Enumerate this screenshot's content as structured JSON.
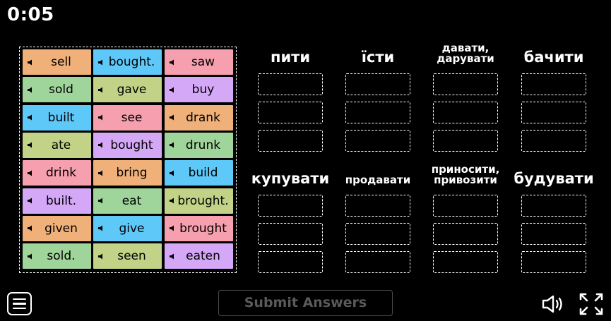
{
  "timer": "0:05",
  "tile_colors": {
    "orange": "#f0b079",
    "blue": "#5ec8f8",
    "pink": "#f69fae",
    "green": "#9fd49a",
    "purple": "#d4a7f7",
    "olive": "#c2d286"
  },
  "speaker_icon": "speaker-icon",
  "tiles": [
    {
      "word": "sell",
      "color": "orange"
    },
    {
      "word": "bought.",
      "color": "blue"
    },
    {
      "word": "saw",
      "color": "pink"
    },
    {
      "word": "sold",
      "color": "green"
    },
    {
      "word": "gave",
      "color": "olive"
    },
    {
      "word": "buy",
      "color": "purple"
    },
    {
      "word": "built",
      "color": "blue"
    },
    {
      "word": "see",
      "color": "pink"
    },
    {
      "word": "drank",
      "color": "orange"
    },
    {
      "word": "ate",
      "color": "olive"
    },
    {
      "word": "bought",
      "color": "purple"
    },
    {
      "word": "drunk",
      "color": "green"
    },
    {
      "word": "drink",
      "color": "pink"
    },
    {
      "word": "bring",
      "color": "orange"
    },
    {
      "word": "build",
      "color": "blue"
    },
    {
      "word": "built.",
      "color": "purple"
    },
    {
      "word": "eat",
      "color": "green"
    },
    {
      "word": "brought.",
      "color": "olive"
    },
    {
      "word": "given",
      "color": "orange"
    },
    {
      "word": "give",
      "color": "blue"
    },
    {
      "word": "brought",
      "color": "pink"
    },
    {
      "word": "sold.",
      "color": "green"
    },
    {
      "word": "seen",
      "color": "olive"
    },
    {
      "word": "eaten",
      "color": "purple"
    }
  ],
  "categories": [
    {
      "label": "пити",
      "size": "big"
    },
    {
      "label": "їсти",
      "size": "big"
    },
    {
      "label": "давати, дарувати",
      "size": "small"
    },
    {
      "label": "бачити",
      "size": "big"
    },
    {
      "label": "купувати",
      "size": "big"
    },
    {
      "label": "продавати",
      "size": "small"
    },
    {
      "label": "приносити, привозити",
      "size": "small"
    },
    {
      "label": "будувати",
      "size": "big"
    }
  ],
  "slots_per_category": 3,
  "submit_label": "Submit Answers",
  "menu_icon": "hamburger-menu-icon",
  "sound_icon": "speaker-sound-icon",
  "fullscreen_icon": "fullscreen-icon"
}
